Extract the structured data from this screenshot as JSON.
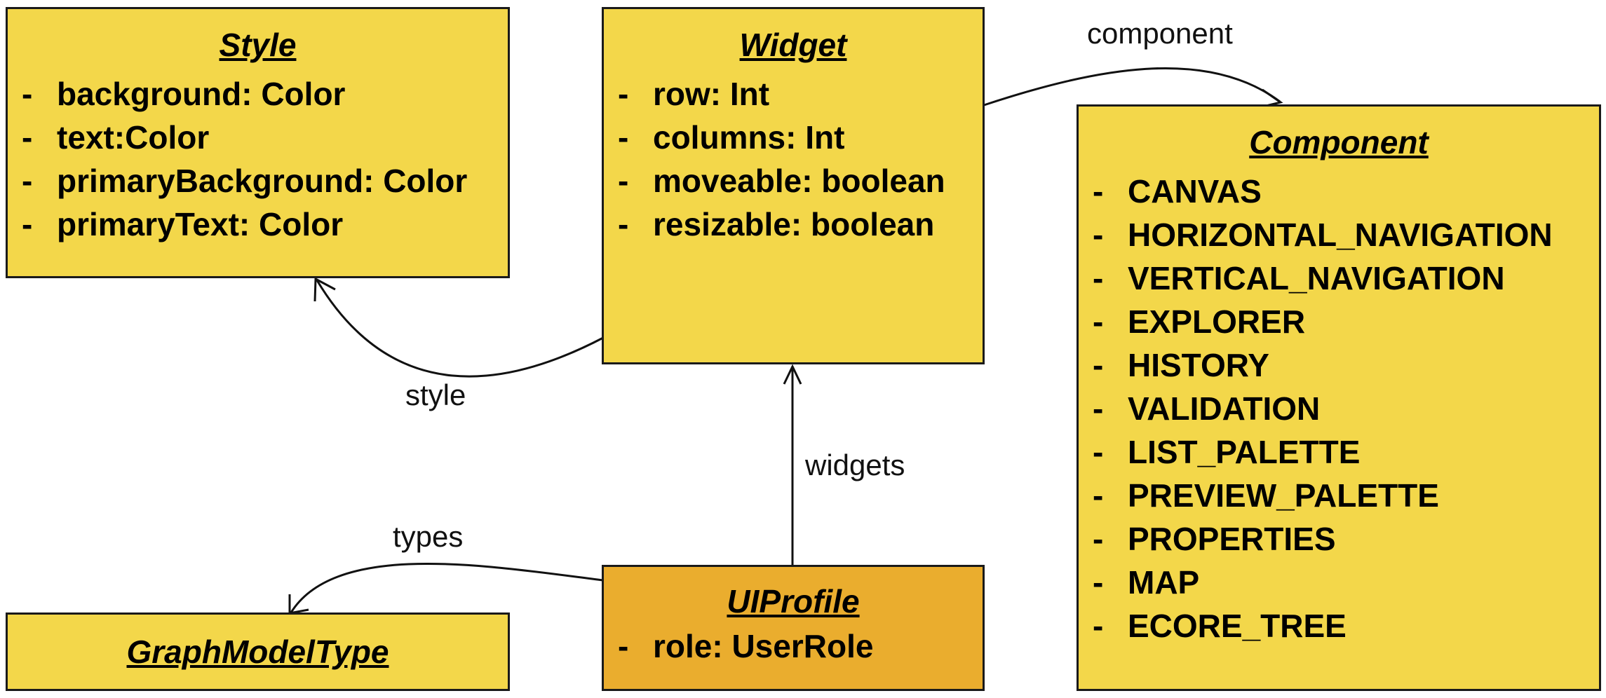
{
  "boxes": {
    "style": {
      "title": "Style",
      "attributes": [
        "background: Color",
        "text:Color",
        "primaryBackground: Color",
        "primaryText: Color"
      ]
    },
    "widget": {
      "title": "Widget",
      "attributes": [
        "row: Int",
        "columns: Int",
        "moveable: boolean",
        "resizable: boolean"
      ]
    },
    "component": {
      "title": "Component",
      "attributes": [
        "CANVAS",
        "HORIZONTAL_NAVIGATION",
        "VERTICAL_NAVIGATION",
        "EXPLORER",
        "HISTORY",
        "VALIDATION",
        "LIST_PALETTE",
        "PREVIEW_PALETTE",
        "PROPERTIES",
        "MAP",
        "ECORE_TREE"
      ]
    },
    "uiprofile": {
      "title": "UIProfile",
      "attributes": [
        "role: UserRole"
      ]
    },
    "graphmodeltype": {
      "title": "GraphModelType",
      "attributes": []
    }
  },
  "edges": {
    "component": "component",
    "style": "style",
    "widgets": "widgets",
    "types": "types"
  },
  "bullet": "-",
  "colors": {
    "box_fill": "#f3d74a",
    "uiprofile_fill": "#eaad2e",
    "border": "#1a1a1a"
  }
}
